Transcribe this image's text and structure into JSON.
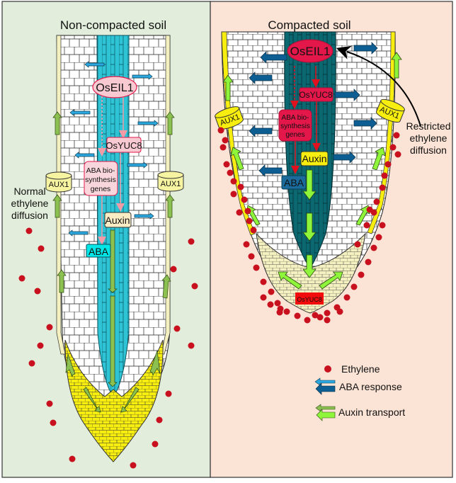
{
  "panels": {
    "left": {
      "title": "Non-compacted soil",
      "background": "#e2eedb",
      "stele_color": "#2ec4d6",
      "side_note": [
        "Normal",
        "ethylene",
        "diffusion"
      ],
      "nodes": {
        "oseil1": "OsEIL1",
        "osyuc8": "OsYUC8",
        "aba_genes": [
          "ABA bio-",
          "synthesis",
          "genes"
        ],
        "auxin": "Auxin",
        "aba": "ABA",
        "aux1_left": "AUX1",
        "aux1_right": "AUX1"
      }
    },
    "right": {
      "title": "Compacted soil",
      "background": "#fbe3d5",
      "stele_color": "#0c6870",
      "side_note": [
        "Restricted",
        "ethylene",
        "diffusion"
      ],
      "nodes": {
        "oseil1": "OsEIL1",
        "osyuc8": "OsYUC8",
        "aba_genes": [
          "ABA bio-",
          "synthesis",
          "genes"
        ],
        "auxin": "Auxin",
        "aba": "ABA",
        "aux1_left": "AUX1",
        "aux1_right": "AUX1",
        "osyuc8_tip": "OsYUC8"
      }
    }
  },
  "legend": {
    "ethylene": "Ethylene",
    "aba_response": "ABA response",
    "auxin_transport": "Auxin transport"
  },
  "colors": {
    "ethylene": "#c8101f",
    "aba_arrow_light": "#2aa8df",
    "aba_arrow_dark": "#0d5f93",
    "auxin_arrow_light": "#8cc152",
    "auxin_arrow_bright": "#8ef53b",
    "root_cap_yellow": "#f7ee10",
    "pale_yellow": "#f7f2c0",
    "oseil1_compacted": "#e4174a",
    "oseil1_noncompacted": "#f9c9d2"
  }
}
